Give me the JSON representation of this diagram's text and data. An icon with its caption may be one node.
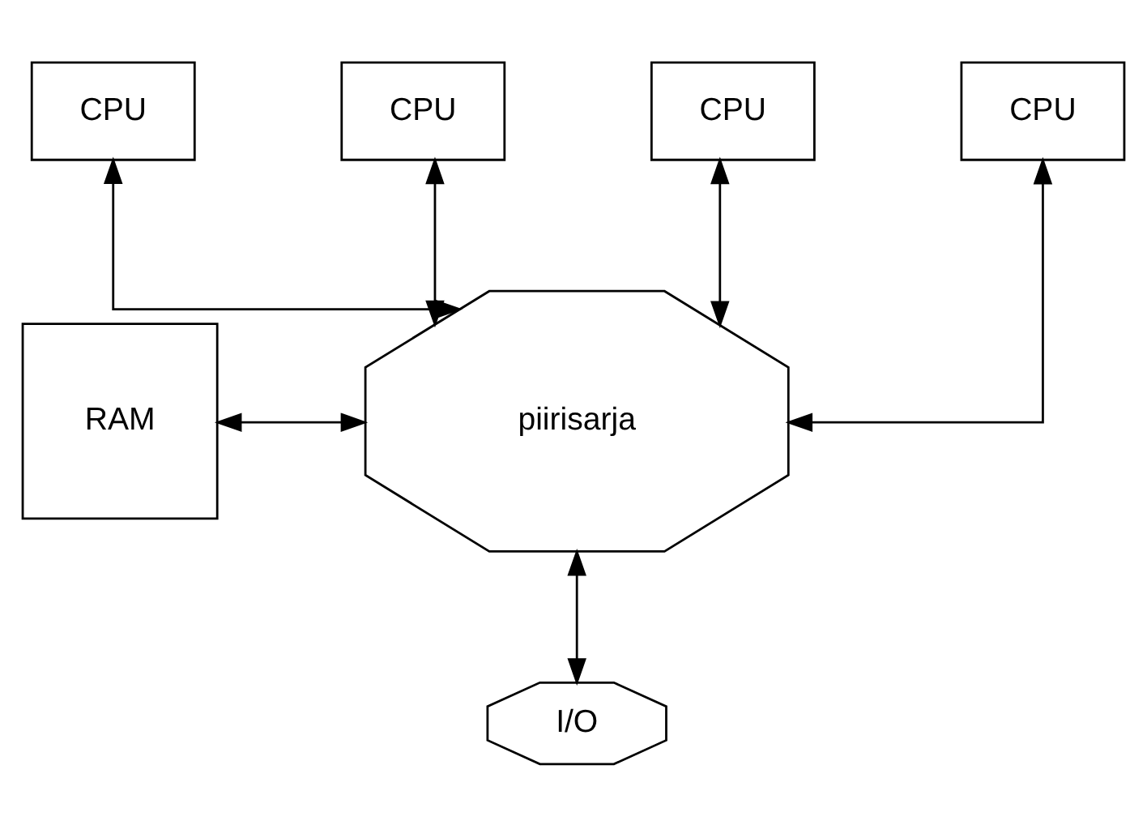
{
  "diagram": {
    "nodes": [
      {
        "text": [
          "CPU"
        ]
      },
      {
        "text": [
          "CPU"
        ]
      },
      {
        "text": [
          "CPU"
        ]
      },
      {
        "text": [
          "CPU"
        ]
      },
      {
        "text": [
          "RAM"
        ]
      },
      {
        "text": [
          "piirisarja"
        ]
      },
      {
        "text": [
          "I/O"
        ]
      }
    ],
    "edges": [
      {
        "from": 0,
        "to": 5,
        "arrow": "both"
      },
      {
        "from": 1,
        "to": 5,
        "arrow": "both"
      },
      {
        "from": 2,
        "to": 5,
        "arrow": "both"
      },
      {
        "from": 3,
        "to": 5,
        "arrow": "both"
      },
      {
        "from": 4,
        "to": 5,
        "arrow": "both"
      },
      {
        "from": 5,
        "to": 6,
        "arrow": "both"
      }
    ]
  }
}
